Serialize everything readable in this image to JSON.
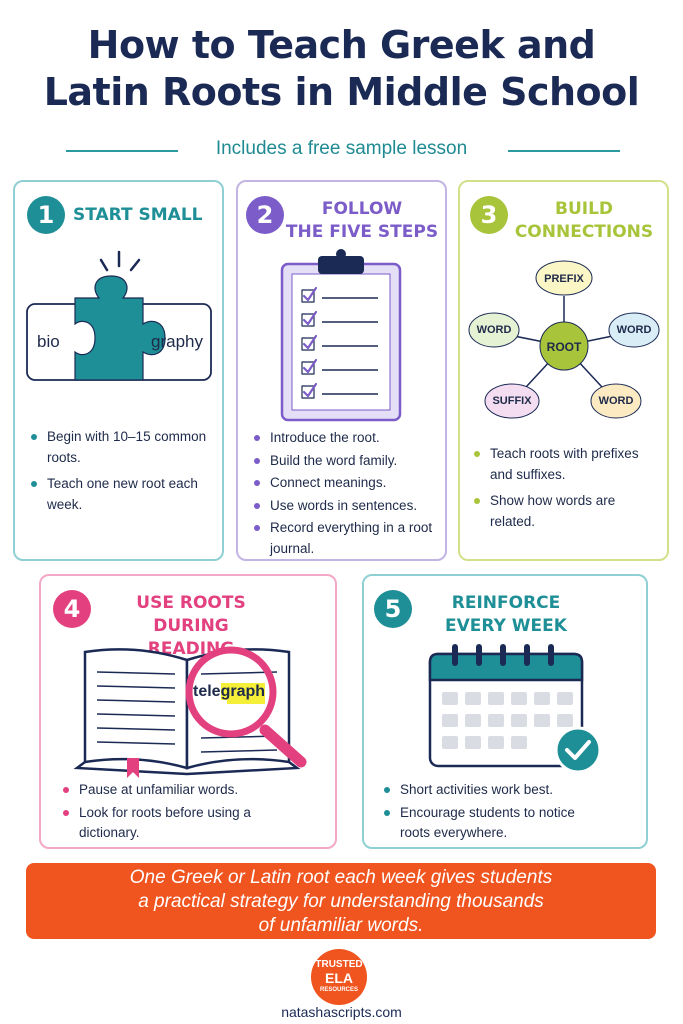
{
  "header": {
    "title_line1": "How to Teach Greek and",
    "title_line2": "Latin Roots in Middle School",
    "subtitle": "Includes a free sample lesson"
  },
  "colors": {
    "teal": "#1e8f96",
    "purple": "#7b5cc8",
    "lime": "#a8c43a",
    "pink": "#e3407f",
    "orange": "#f0541f",
    "navy": "#1b2a55"
  },
  "steps": [
    {
      "number": "1",
      "heading_line1": "START SMALL",
      "illustration": {
        "icon": "puzzle-piece-icon",
        "left_text": "bio",
        "right_text": "graphy"
      },
      "bullets": [
        "Begin with 10–15 common roots.",
        "Teach one new root each week."
      ]
    },
    {
      "number": "2",
      "heading_line1": "FOLLOW",
      "heading_line2": "THE FIVE STEPS",
      "illustration": {
        "icon": "clipboard-checklist-icon"
      },
      "bullets": [
        "Introduce the root.",
        "Build the word family.",
        "Connect meanings.",
        "Use words in sentences.",
        "Record everything in a root journal."
      ]
    },
    {
      "number": "3",
      "heading_line1": "BUILD",
      "heading_line2": "CONNECTIONS",
      "illustration": {
        "icon": "word-web-icon",
        "center": "ROOT",
        "top": "PREFIX",
        "left": "WORD",
        "right": "WORD",
        "bottom_left": "SUFFIX",
        "bottom_right": "WORD"
      },
      "bullets": [
        "Teach roots with prefixes and suffixes.",
        "Show how words are related."
      ]
    },
    {
      "number": "4",
      "heading_line1": "USE ROOTS",
      "heading_line2": "DURING READING",
      "illustration": {
        "icon": "magnifying-glass-book-icon",
        "word_prefix": "tele",
        "word_root": "graph"
      },
      "bullets": [
        "Pause at unfamiliar words.",
        "Look for roots before using a dictionary."
      ]
    },
    {
      "number": "5",
      "heading_line1": "REINFORCE",
      "heading_line2": "EVERY WEEK",
      "illustration": {
        "icon": "calendar-check-icon"
      },
      "bullets": [
        "Short activities work best.",
        "Encourage students to notice roots everywhere."
      ]
    }
  ],
  "banner": {
    "line1": "One Greek or Latin root each week gives students",
    "line2": "a practical strategy for understanding thousands",
    "line3": "of unfamiliar words."
  },
  "footer": {
    "logo_line1": "TRUSTED",
    "logo_line2": "ELA",
    "logo_line3": "RESOURCES",
    "site": "natashascripts.com"
  }
}
